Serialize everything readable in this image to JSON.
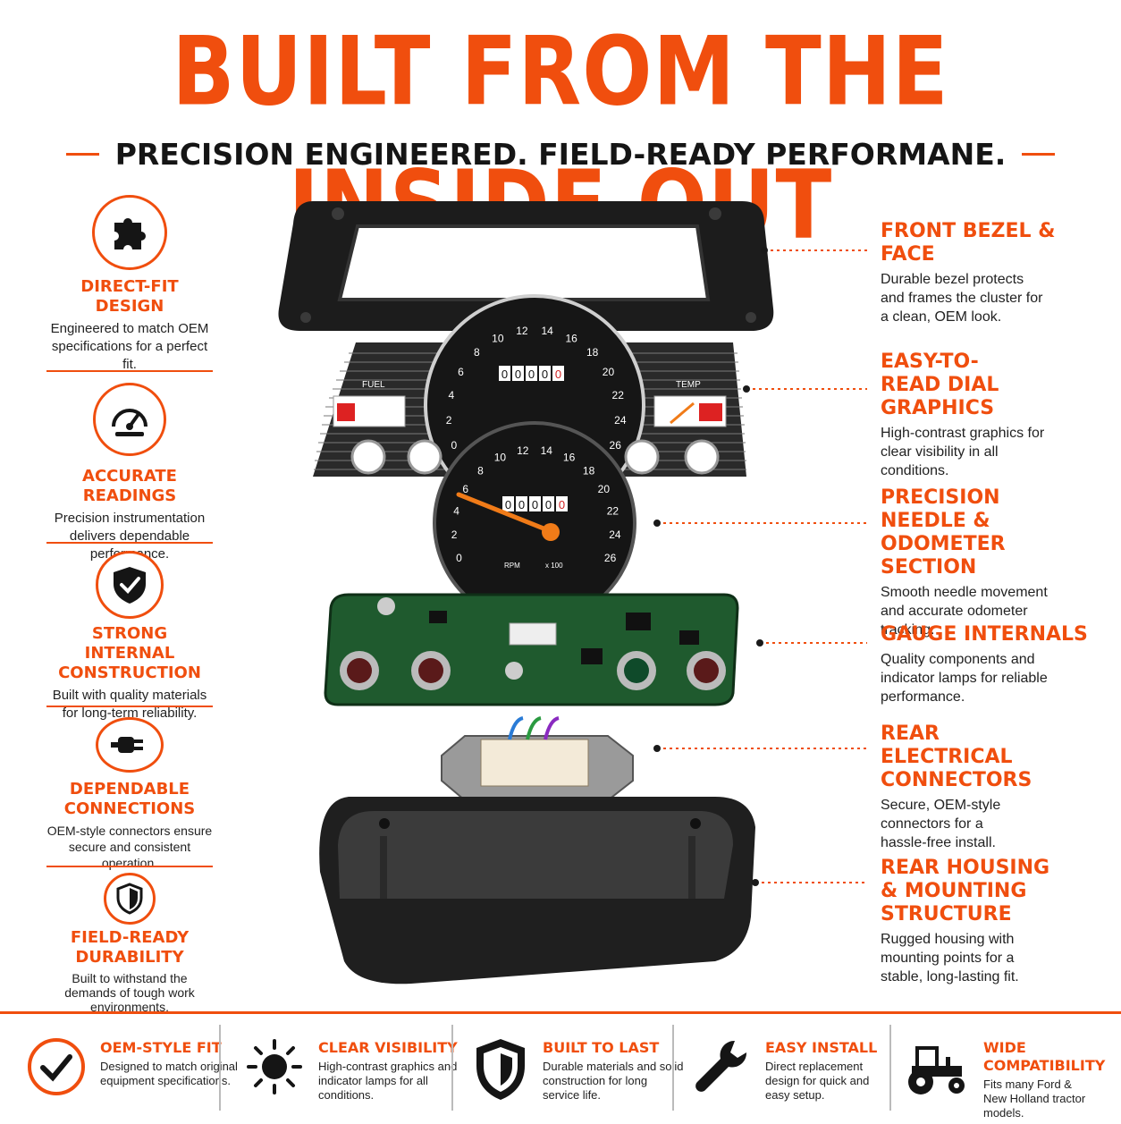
{
  "header": {
    "title": "BUILT FROM THE INSIDE OUT",
    "subtitle": "PRECISION ENGINEERED. FIELD-READY PERFORMANE."
  },
  "left_features": [
    {
      "title": "DIRECT-FIT DESIGN",
      "desc": "Engineered to match OEM specifications for a perfect fit.",
      "icon": "puzzle-icon"
    },
    {
      "title": "ACCURATE READINGS",
      "desc": "Precision instrumentation delivers dependable performance.",
      "icon": "gauge-icon"
    },
    {
      "title": "STRONG INTERNAL CONSTRUCTION",
      "desc": "Built with quality materials for long-term reliability.",
      "icon": "shield-check-icon"
    },
    {
      "title": "DEPENDABLE CONNECTIONS",
      "desc": "OEM-style connectors ensure secure and consistent operation.",
      "icon": "plug-icon"
    },
    {
      "title": "FIELD-READY DURABILITY",
      "desc": "Built to withstand the demands of tough work environments.",
      "icon": "shield-icon"
    }
  ],
  "right_features": [
    {
      "title": "FRONT BEZEL & FACE",
      "desc": "Durable bezel protects and frames the cluster for a clean, OEM look."
    },
    {
      "title": "EASY-TO-READ DIAL GRAPHICS",
      "desc": "High-contrast graphics for clear visibility in all conditions."
    },
    {
      "title": "PRECISION NEEDLE & ODOMETER SECTION",
      "desc": "Smooth needle movement and accurate odometer tracking."
    },
    {
      "title": "GAUGE INTERNALS",
      "desc": "Quality components and indicator lamps for reliable performance."
    },
    {
      "title": "REAR ELECTRICAL CONNECTORS",
      "desc": "Secure, OEM-style connectors for a hassle-free install."
    },
    {
      "title": "REAR HOUSING & MOUNTING STRUCTURE",
      "desc": "Rugged housing with mounting points for a stable, long-lasting fit."
    }
  ],
  "bottom_features": [
    {
      "title": "OEM-STYLE FIT",
      "desc": "Designed to match original equipment specifications.",
      "icon": "check-circle-icon"
    },
    {
      "title": "CLEAR VISIBILITY",
      "desc": "High-contrast graphics and indicator lamps for all conditions.",
      "icon": "sun-icon"
    },
    {
      "title": "BUILT TO LAST",
      "desc": "Durable materials and solid construction for long service life.",
      "icon": "shield-icon"
    },
    {
      "title": "EASY INSTALL",
      "desc": "Direct replacement design for quick and easy setup.",
      "icon": "wrench-icon"
    },
    {
      "title": "WIDE COMPATIBILITY",
      "desc": "Fits many Ford & New Holland tractor models.",
      "icon": "tractor-icon"
    }
  ],
  "dial": {
    "ticks": [
      "0",
      "2",
      "4",
      "6",
      "8",
      "10",
      "12",
      "14",
      "16",
      "18",
      "20",
      "22",
      "24",
      "26"
    ],
    "rpm_label": "RPM",
    "multiplier": "x 100",
    "odometer": "00000",
    "odometer_last": "0",
    "fuel_label": "FUEL",
    "temp_label": "TEMP"
  },
  "colors": {
    "accent": "#f04e0e",
    "dark": "#1a1a1a",
    "pcb": "#1f5a2e"
  }
}
